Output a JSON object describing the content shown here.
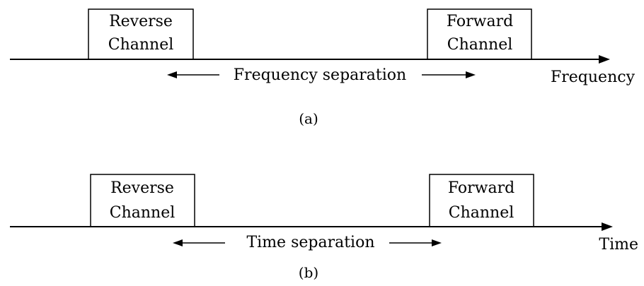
{
  "panel_a": {
    "reverse_box": {
      "line1": "Reverse",
      "line2": "Channel"
    },
    "forward_box": {
      "line1": "Forward",
      "line2": "Channel"
    },
    "separation_label": "Frequency separation",
    "axis_label": "Frequency",
    "caption": "(a)"
  },
  "panel_b": {
    "reverse_box": {
      "line1": "Reverse",
      "line2": "Channel"
    },
    "forward_box": {
      "line1": "Forward",
      "line2": "Channel"
    },
    "separation_label": "Time separation",
    "axis_label": "Time",
    "caption": "(b)"
  }
}
